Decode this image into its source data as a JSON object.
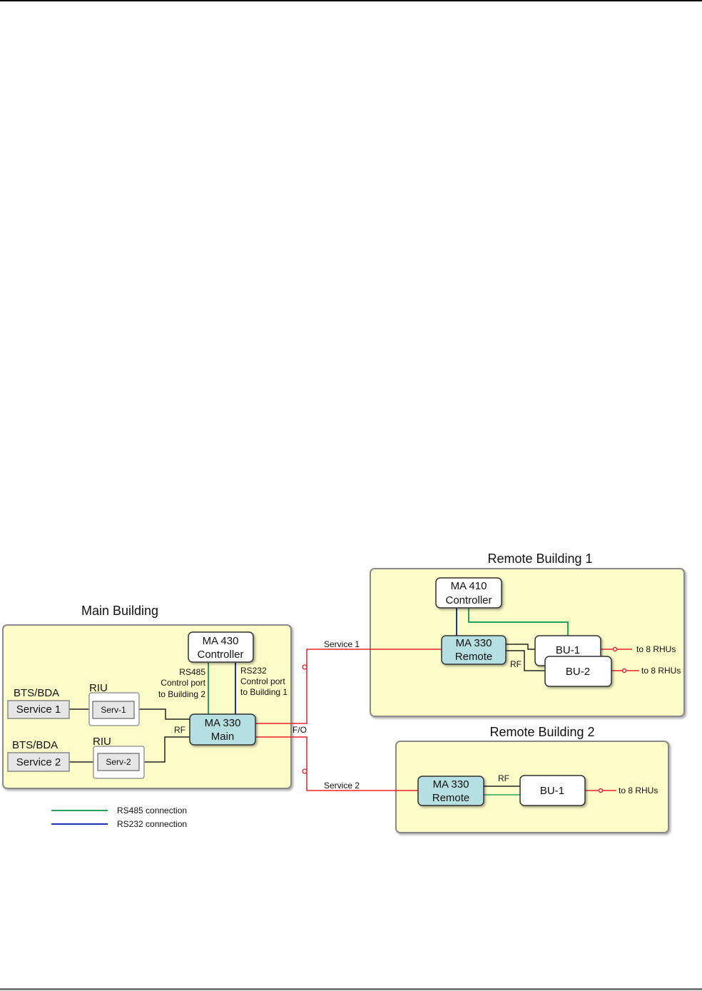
{
  "diagram": {
    "colors": {
      "building_fill": "#fcfcc8",
      "ma330_fill": "#b5dfe2",
      "service_fill": "#e6e6e6",
      "fiber": "#e8232a",
      "rs485": "#2aa05a",
      "rs232": "#1f2fb8",
      "rf": "#222222"
    },
    "main_building": {
      "title": "Main Building",
      "bts1": "BTS/BDA",
      "service1": "Service 1",
      "riu1": "RIU",
      "serv1": "Serv-1",
      "bts2": "BTS/BDA",
      "service2": "Service 2",
      "riu2": "RIU",
      "serv2": "Serv-2",
      "rf": "RF",
      "controller_l1": "MA 430",
      "controller_l2": "Controller",
      "main_l1": "MA 330",
      "main_l2": "Main",
      "rs485_l1": "RS485",
      "rs485_l2": "Control port",
      "rs485_l3": "to Building 2",
      "rs232_l1": "RS232",
      "rs232_l2": "Control port",
      "rs232_l3": "to Building 1"
    },
    "links": {
      "fo": "F/O",
      "service1": "Service 1",
      "service2": "Service 2"
    },
    "remote_building_1": {
      "title": "Remote Building 1",
      "controller_l1": "MA 410",
      "controller_l2": "Controller",
      "remote_l1": "MA 330",
      "remote_l2": "Remote",
      "rf": "RF",
      "bu1": "BU-1",
      "bu2": "BU-2",
      "to_rhus_1": "to 8 RHUs",
      "to_rhus_2": "to 8 RHUs"
    },
    "remote_building_2": {
      "title": "Remote Building 2",
      "remote_l1": "MA 330",
      "remote_l2": "Remote",
      "rf": "RF",
      "bu1": "BU-1",
      "to_rhus": "to 8 RHUs"
    },
    "legend": {
      "rs485": "RS485 connection",
      "rs232": "RS232 connection"
    }
  }
}
